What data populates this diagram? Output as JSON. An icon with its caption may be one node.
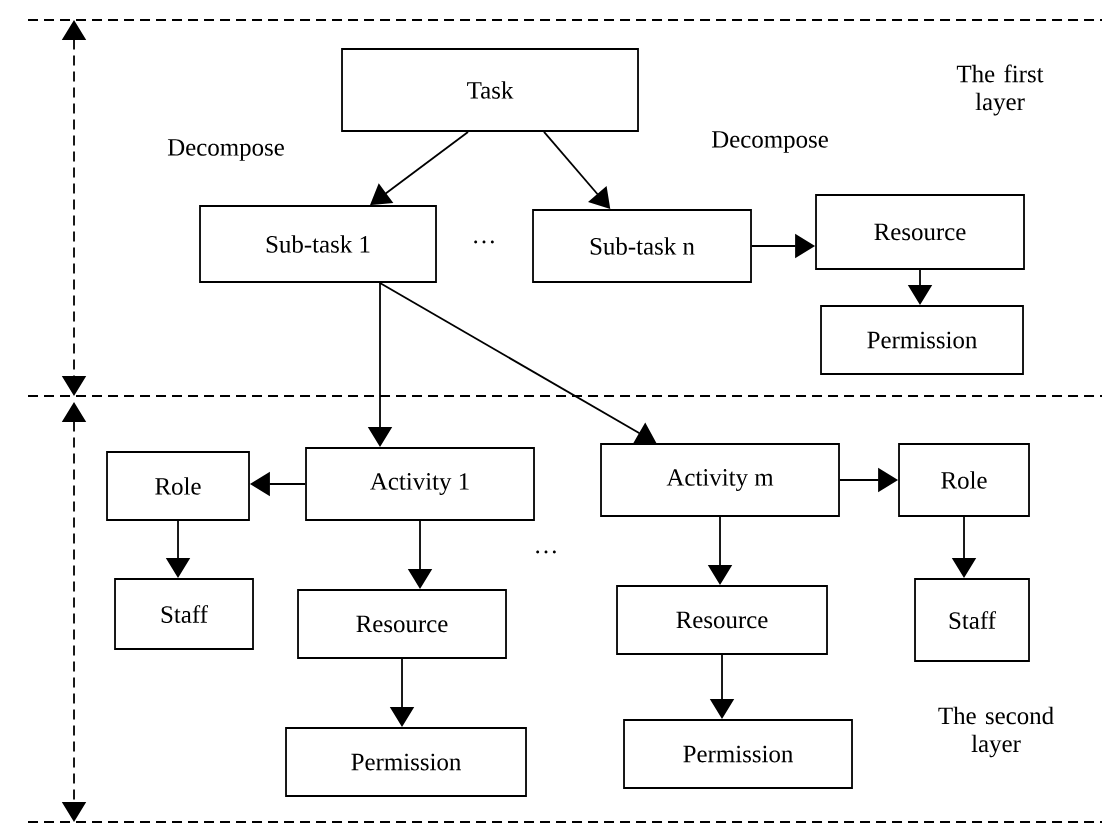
{
  "diagram": {
    "nodes": [
      {
        "text": [
          "Task"
        ]
      },
      {
        "text": [
          "Sub-task 1"
        ]
      },
      {
        "text": [
          "Sub-task n"
        ]
      },
      {
        "text": [
          "Resource"
        ]
      },
      {
        "text": [
          "Permission"
        ]
      },
      {
        "text": [
          "Role"
        ]
      },
      {
        "text": [
          "Activity 1"
        ]
      },
      {
        "text": [
          "Activity m"
        ]
      },
      {
        "text": [
          "Role"
        ]
      },
      {
        "text": [
          "Staff"
        ]
      },
      {
        "text": [
          "Resource"
        ]
      },
      {
        "text": [
          "Resource"
        ]
      },
      {
        "text": [
          "Staff"
        ]
      },
      {
        "text": [
          "Permission"
        ]
      },
      {
        "text": [
          "Permission"
        ]
      }
    ],
    "edges": [
      {
        "from": 0,
        "to": 1,
        "arrow": "to"
      },
      {
        "from": 0,
        "to": 2,
        "arrow": "to"
      },
      {
        "from": 2,
        "to": 3,
        "arrow": "to"
      },
      {
        "from": 3,
        "to": 4,
        "arrow": "to"
      },
      {
        "from": 1,
        "to": 6,
        "arrow": "to"
      },
      {
        "from": 1,
        "to": 7,
        "arrow": "to"
      },
      {
        "from": 6,
        "to": 5,
        "arrow": "to"
      },
      {
        "from": 7,
        "to": 8,
        "arrow": "to"
      },
      {
        "from": 5,
        "to": 9,
        "arrow": "to"
      },
      {
        "from": 6,
        "to": 10,
        "arrow": "to"
      },
      {
        "from": 7,
        "to": 11,
        "arrow": "to"
      },
      {
        "from": 8,
        "to": 12,
        "arrow": "to"
      },
      {
        "from": 10,
        "to": 13,
        "arrow": "to"
      },
      {
        "from": 11,
        "to": 14,
        "arrow": "to"
      }
    ],
    "labels": [
      "The first layer",
      "Decompose",
      "Decompose",
      "…",
      "…",
      "The second layer"
    ]
  }
}
